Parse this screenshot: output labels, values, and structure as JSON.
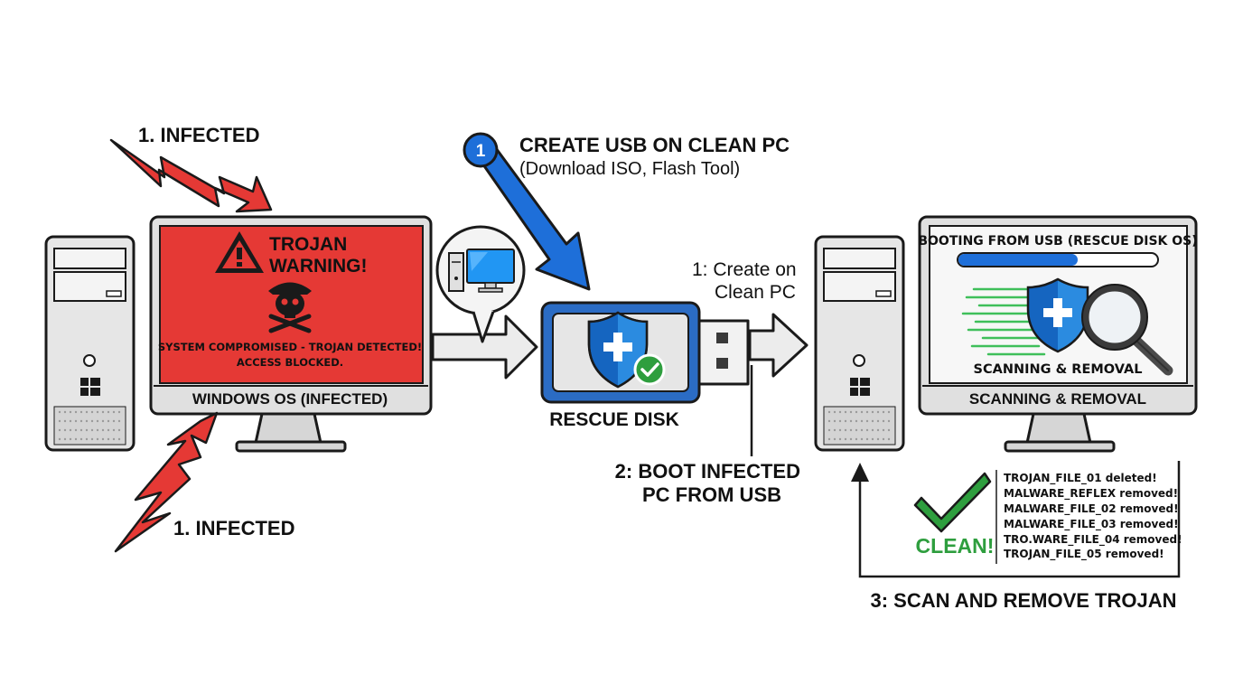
{
  "infected_label_top": "1. INFECTED",
  "infected_label_bottom": "1. INFECTED",
  "infected_monitor": {
    "warning_title_line1": "TROJAN",
    "warning_title_line2": "WARNING!",
    "message_line1": "SYSTEM COMPROMISED - TROJAN DETECTED!",
    "message_line2": "ACCESS BLOCKED.",
    "caption": "WINDOWS OS (INFECTED)"
  },
  "step1_create": {
    "badge": "1",
    "title": "CREATE USB ON CLEAN PC",
    "subtitle": "(Download ISO, Flash Tool)"
  },
  "usb_side_label": {
    "line1": "1: Create on",
    "line2": "Clean PC"
  },
  "rescue_disk_label": "RESCUE DISK",
  "step2_boot": {
    "line1": "2: BOOT INFECTED",
    "line2": "PC FROM USB"
  },
  "clean_monitor": {
    "header": "BOOTING FROM USB (RESCUE DISK OS)",
    "progress": 0.6,
    "inner_caption": "SCANNING & REMOVAL",
    "caption": "SCANNING & REMOVAL"
  },
  "result": {
    "status": "CLEAN!",
    "log": [
      "TROJAN_FILE_01 deleted!",
      "MALWARE_REFLEX removed!",
      "MALWARE_FILE_02 removed!",
      "MALWARE_FILE_03 removed!",
      "TRO.WARE_FILE_04 removed!",
      "TROJAN_FILE_05 removed!"
    ]
  },
  "step3_scan": "3: SCAN AND REMOVE TROJAN",
  "colors": {
    "danger_red": "#e53935",
    "shield_blue": "#1565c0",
    "progress_blue": "#1e6fd9",
    "clean_green": "#2e9e3e",
    "case_gray": "#e6e6e6"
  },
  "icons": [
    "lightning-arrow-icon",
    "warning-triangle-icon",
    "skull-crossbones-icon",
    "windows-logo-icon",
    "shield-plus-icon",
    "check-badge-icon",
    "magnifier-icon",
    "checkmark-icon",
    "desktop-pc-icon"
  ]
}
